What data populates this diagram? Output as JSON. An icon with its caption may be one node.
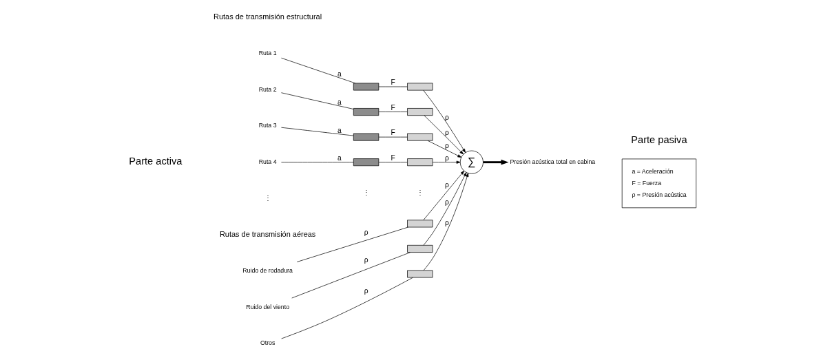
{
  "diagram": {
    "nodes": [
      {
        "text": [
          "Ruta 1"
        ]
      },
      {
        "text": [],
        "shape": "box"
      },
      {
        "text": [],
        "shape": "box"
      },
      {
        "text": [
          "Ruta 2"
        ]
      },
      {
        "text": [],
        "shape": "box"
      },
      {
        "text": [],
        "shape": "box"
      },
      {
        "text": [
          "Ruta 3"
        ]
      },
      {
        "text": [],
        "shape": "box"
      },
      {
        "text": [],
        "shape": "box"
      },
      {
        "text": [
          "Ruta 4"
        ]
      },
      {
        "text": [],
        "shape": "box"
      },
      {
        "text": [],
        "shape": "box"
      },
      {
        "text": [
          "Ruido de rodadura"
        ]
      },
      {
        "text": [],
        "shape": "box"
      },
      {
        "text": [
          "Ruido del viento"
        ]
      },
      {
        "text": [],
        "shape": "box"
      },
      {
        "text": [
          "Otros"
        ]
      },
      {
        "text": [],
        "shape": "box"
      },
      {
        "text": [
          "∑"
        ]
      },
      {
        "text": [
          "Presión acústica total en cabina"
        ]
      }
    ],
    "edges": [
      {
        "from": 0,
        "to": 1,
        "arrow": "none",
        "label": "a"
      },
      {
        "from": 1,
        "to": 2,
        "arrow": "none",
        "label": "F"
      },
      {
        "from": 2,
        "to": 18,
        "arrow": "to",
        "label": "ρ"
      },
      {
        "from": 3,
        "to": 4,
        "arrow": "none",
        "label": "a"
      },
      {
        "from": 4,
        "to": 5,
        "arrow": "none",
        "label": "F"
      },
      {
        "from": 5,
        "to": 18,
        "arrow": "to",
        "label": "ρ"
      },
      {
        "from": 6,
        "to": 7,
        "arrow": "none",
        "label": "a"
      },
      {
        "from": 7,
        "to": 8,
        "arrow": "none",
        "label": "F"
      },
      {
        "from": 8,
        "to": 18,
        "arrow": "to",
        "label": "ρ"
      },
      {
        "from": 9,
        "to": 10,
        "arrow": "none",
        "label": "a"
      },
      {
        "from": 10,
        "to": 11,
        "arrow": "none",
        "label": "F"
      },
      {
        "from": 11,
        "to": 18,
        "arrow": "to",
        "label": "ρ"
      },
      {
        "from": 12,
        "to": 13,
        "arrow": "none",
        "label": "ρ"
      },
      {
        "from": 13,
        "to": 18,
        "arrow": "to",
        "label": "ρ"
      },
      {
        "from": 14,
        "to": 15,
        "arrow": "none",
        "label": "ρ"
      },
      {
        "from": 15,
        "to": 18,
        "arrow": "to",
        "label": "ρ"
      },
      {
        "from": 16,
        "to": 17,
        "arrow": "none",
        "label": "ρ"
      },
      {
        "from": 17,
        "to": 18,
        "arrow": "to",
        "label": "ρ"
      },
      {
        "from": 18,
        "to": 19,
        "arrow": "to",
        "style": "thick"
      }
    ],
    "labels": [
      "Rutas de transmisión estructural",
      "⋮",
      "⋮",
      "⋮",
      "Rutas de transmisión aéreas",
      "Parte activa",
      "Parte pasiva"
    ],
    "legend": [
      {
        "text": "a = Aceleración"
      },
      {
        "text": "F = Fuerza"
      },
      {
        "text": "ρ = Presión acústica"
      }
    ]
  }
}
